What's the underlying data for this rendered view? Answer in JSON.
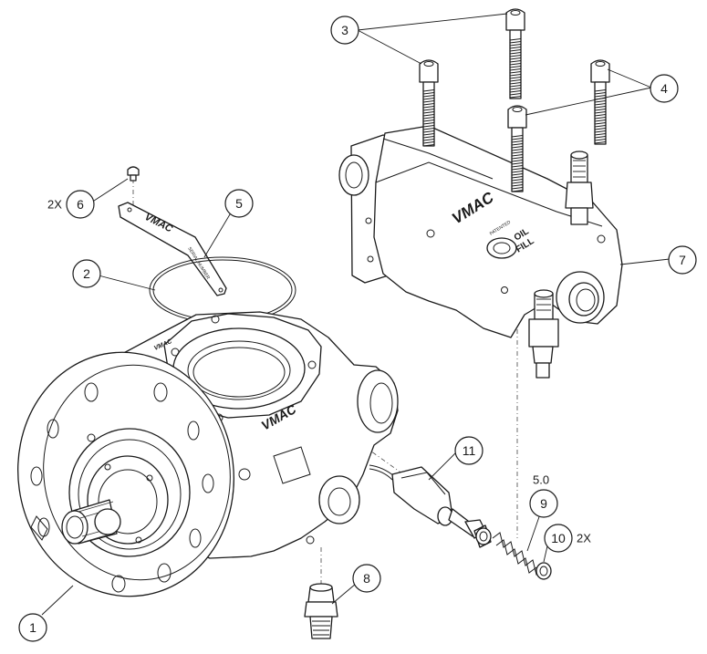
{
  "callouts": [
    {
      "id": "1",
      "label": "1"
    },
    {
      "id": "2",
      "label": "2"
    },
    {
      "id": "3",
      "label": "3"
    },
    {
      "id": "4",
      "label": "4"
    },
    {
      "id": "5",
      "label": "5"
    },
    {
      "id": "6",
      "label": "6"
    },
    {
      "id": "7",
      "label": "7"
    },
    {
      "id": "8",
      "label": "8"
    },
    {
      "id": "9",
      "label": "9"
    },
    {
      "id": "10",
      "label": "10"
    },
    {
      "id": "11",
      "label": "11"
    }
  ],
  "quantity_notes": {
    "part_6": "2X",
    "part_10": "2X"
  },
  "spring_note": "5.0",
  "branding": {
    "logo_text": "VMAC",
    "patented_text": "PATENTED",
    "oil_fill_text_1": "OIL",
    "oil_fill_text_2": "FILL",
    "plate_text": "SERIAL NUMBER"
  }
}
